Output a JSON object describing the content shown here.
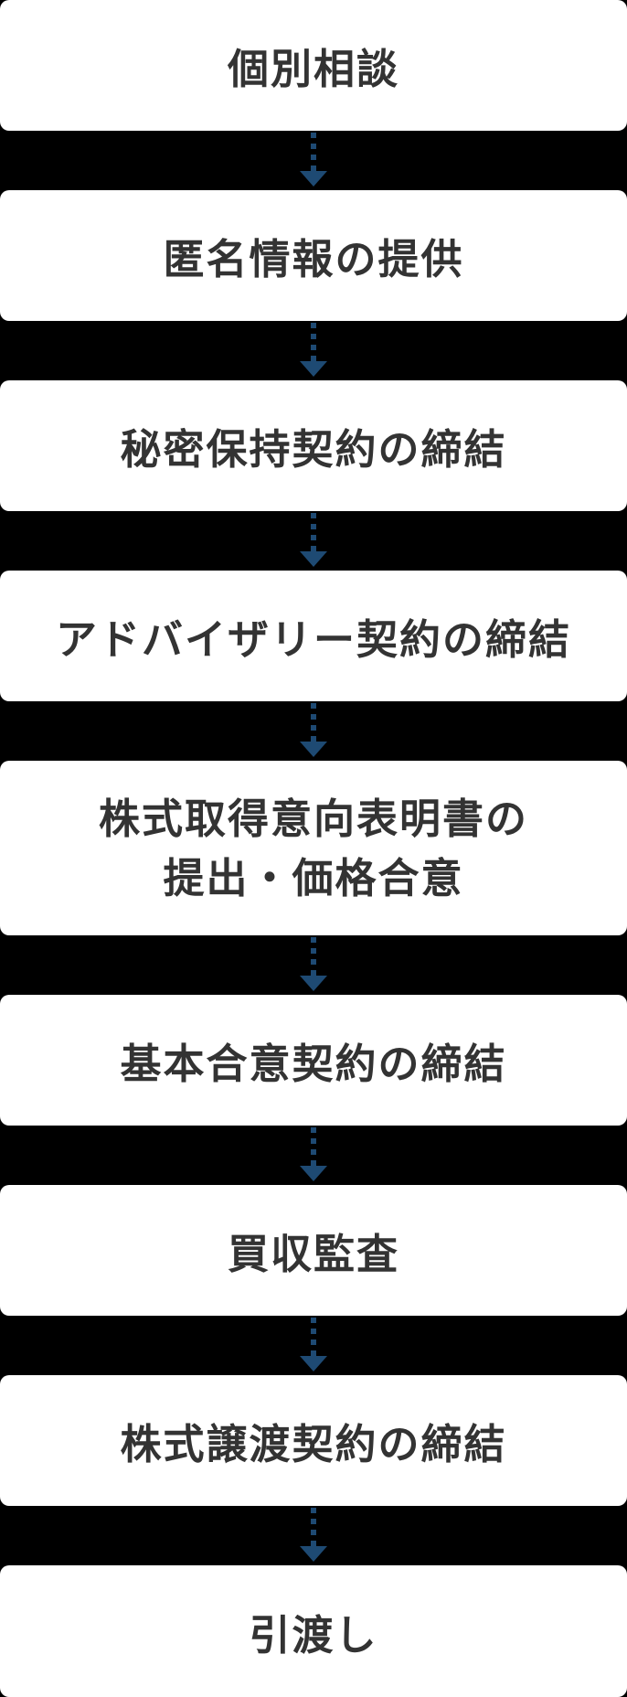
{
  "flow": {
    "steps": [
      {
        "label": "個別相談"
      },
      {
        "label": "匿名情報の提供"
      },
      {
        "label": "秘密保持契約の締結"
      },
      {
        "label": "アドバイザリー契約の締結"
      },
      {
        "label": "株式取得意向表明書の提出・価格合意",
        "lines": [
          "株式取得意向表明書の",
          "提出・価格合意"
        ]
      },
      {
        "label": "基本合意契約の締結"
      },
      {
        "label": "買収監査"
      },
      {
        "label": "株式譲渡契約の締結"
      },
      {
        "label": "引渡し"
      }
    ],
    "colors": {
      "background": "#000000",
      "box": "#ffffff",
      "text": "#333333",
      "arrow": "#1e4a73"
    }
  }
}
